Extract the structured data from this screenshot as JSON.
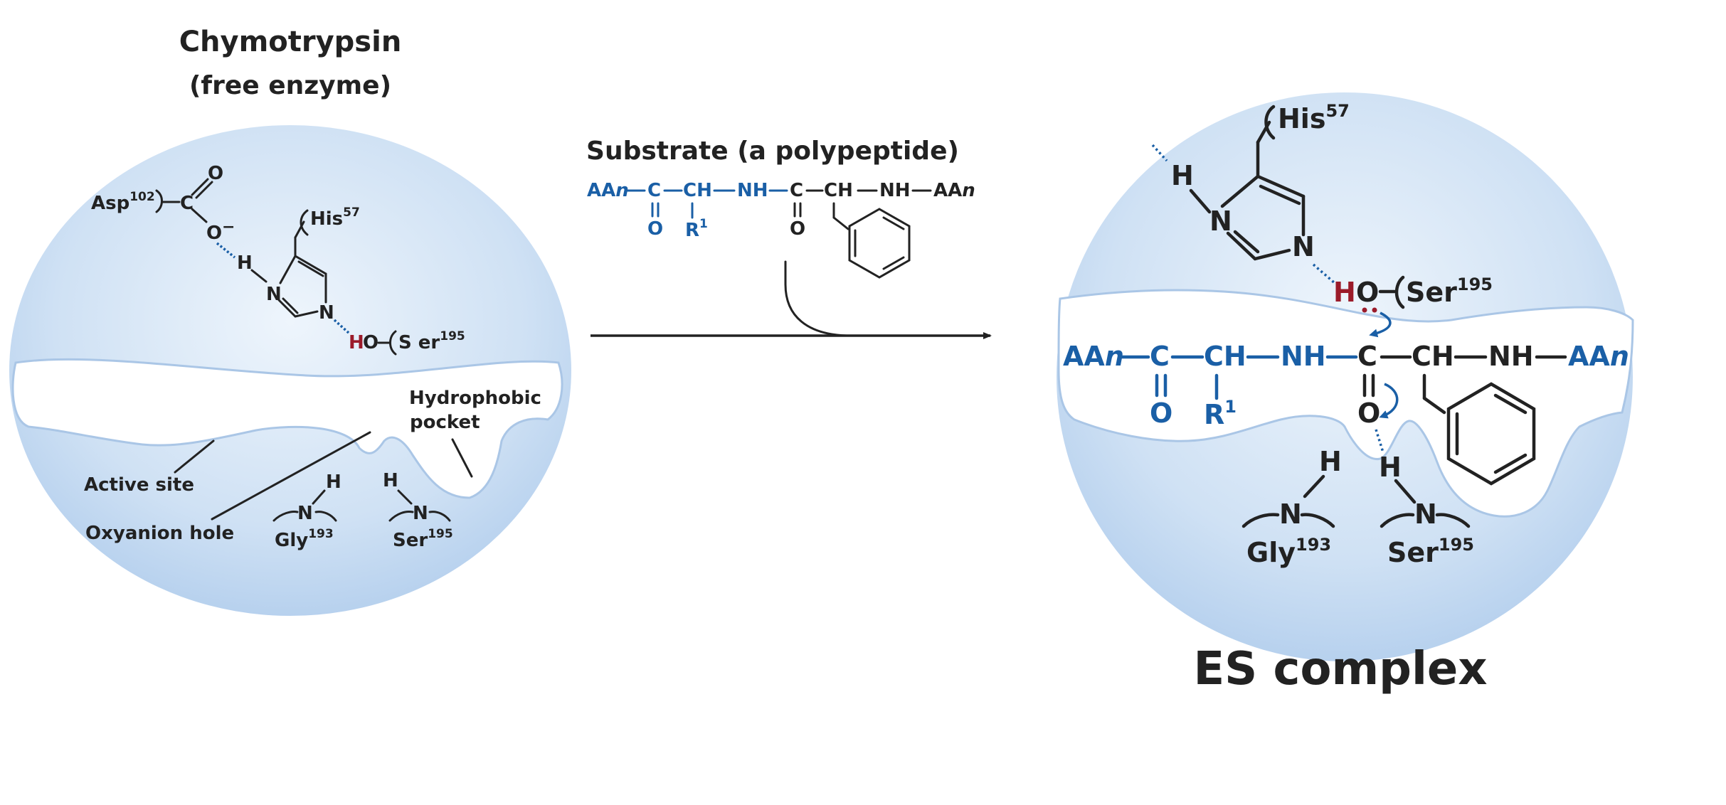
{
  "left_panel": {
    "title": "Chymotrypsin",
    "subtitle": "(free enzyme)",
    "asp": "Asp",
    "asp_sup": "102",
    "his": "His",
    "his_sup": "57",
    "ser": "S er",
    "ser_sup": "195",
    "atom_C": "C",
    "atom_O": "O",
    "atom_O_minus": "O",
    "minus": "−",
    "atom_H": "H",
    "atom_N": "N",
    "atom_N2": "N",
    "ser_H": "H",
    "ser_O": "O",
    "hydrophobic": "Hydrophobic",
    "pocket": "pocket",
    "active_site": "Active site",
    "oxyanion_hole": "Oxyanion hole",
    "gly_H": "H",
    "gly_N": "N",
    "gly": "Gly",
    "gly_sup": "193",
    "ser2_H": "H",
    "ser2_N": "N",
    "ser2": "Ser",
    "ser2_sup": "195"
  },
  "substrate": {
    "label": "Substrate (a polypeptide)",
    "aa_left": "AA",
    "n": "n",
    "c1": "C",
    "o1": "O",
    "ch": "CH",
    "r": "R",
    "r_sup": "1",
    "nh": "NH",
    "c2": "C",
    "o2": "O",
    "ch2": "CH",
    "nh2": "NH",
    "aa_right": "AA",
    "n2": "n"
  },
  "right_panel": {
    "his": "His",
    "his_sup": "57",
    "atom_H": "H",
    "atom_N": "N",
    "atom_N2": "N",
    "ser_H": "H",
    "ser_O": "O",
    "ser": "Ser",
    "ser_sup": "195",
    "aa_left": "AA",
    "n": "n",
    "c1": "C",
    "o1": "O",
    "ch": "CH",
    "r": "R",
    "r_sup": "1",
    "nh": "NH",
    "c2": "C",
    "o2": "O",
    "ch2": "CH",
    "nh2": "NH",
    "aa_right": "AA",
    "n2": "n",
    "oxy_H": "H",
    "gly_H": "H",
    "gly_N": "N",
    "gly": "Gly",
    "gly_sup": "193",
    "ser2_N": "N",
    "ser2": "Ser",
    "ser2_sup": "195",
    "caption": "ES complex"
  },
  "colors": {
    "sphere_light": "#e8f1fb",
    "sphere_dark": "#b9d3ee",
    "blue_text": "#1a5fa6",
    "red_text": "#9b1b2a",
    "black_text": "#222222"
  }
}
